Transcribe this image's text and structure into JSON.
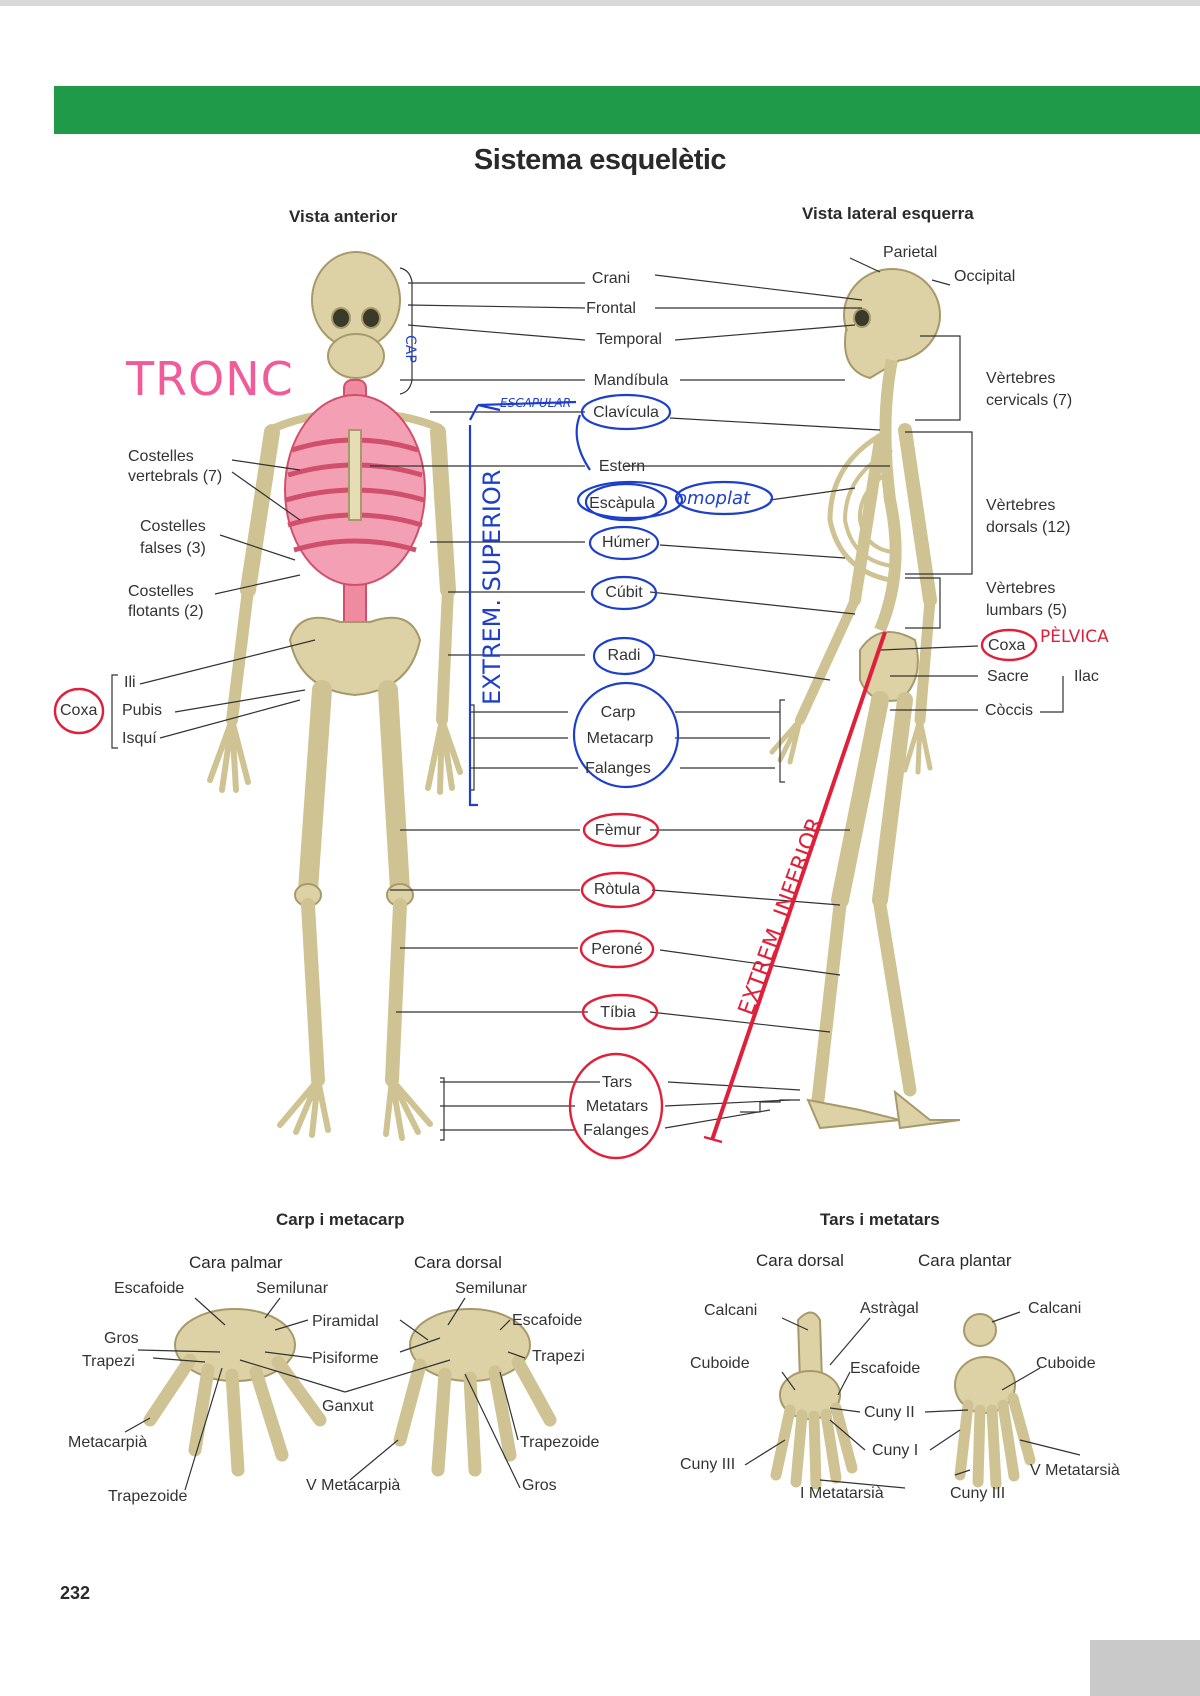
{
  "title": "Sistema esquelètic",
  "views": {
    "anterior": "Vista anterior",
    "lateral": "Vista lateral esquerra"
  },
  "center_labels": {
    "crani": "Crani",
    "frontal": "Frontal",
    "temporal": "Temporal",
    "mandibula": "Mandíbula",
    "clavicula": "Clavícula",
    "estern": "Estern",
    "escapula": "Escàpula",
    "humer": "Húmer",
    "cubit": "Cúbit",
    "radi": "Radi",
    "carp": "Carp",
    "metacarp": "Metacarp",
    "falanges_ma": "Falanges",
    "femur": "Fèmur",
    "rotula": "Ròtula",
    "perone": "Peroné",
    "tibia": "Tíbia",
    "tars": "Tars",
    "metatars": "Metatars",
    "falanges_peu": "Falanges"
  },
  "left_labels": {
    "costelles_vertebrals": [
      "Costelles",
      "vertebrals (7)"
    ],
    "costelles_falses": [
      "Costelles",
      "falses (3)"
    ],
    "costelles_flotants": [
      "Costelles",
      "flotants (2)"
    ],
    "ili": "Ili",
    "pubis": "Pubis",
    "isqui": "Isquí",
    "coxa": "Coxa"
  },
  "right_labels": {
    "parietal": "Parietal",
    "occipital": "Occipital",
    "vertebres_cervicals": [
      "Vèrtebres",
      "cervicals (7)"
    ],
    "vertebres_dorsals": [
      "Vèrtebres",
      "dorsals (12)"
    ],
    "vertebres_lumbars": [
      "Vèrtebres",
      "lumbars (5)"
    ],
    "coxa": "Coxa",
    "sacre": "Sacre",
    "coccis": "Còccis",
    "ilac": "Ilac"
  },
  "annotations": {
    "tronc": "TRONC",
    "cap": "CAP",
    "escapular": "ESCAPULAR",
    "omoplat": "omoplat",
    "extrem_superior": "EXTREM. SUPERIOR",
    "pelvica": "PÈLVICA",
    "extrem_inferior": "EXTREM. INFERIOR"
  },
  "hand_section": {
    "title": "Carp i metacarp",
    "palmar": "Cara palmar",
    "dorsal": "Cara dorsal",
    "labels": {
      "escafoide_l": "Escafoide",
      "semilunar_l": "Semilunar",
      "piramidal": "Piramidal",
      "semilunar_r": "Semilunar",
      "escafoide_r": "Escafoide",
      "gros_l": "Gros",
      "trapezi_l": "Trapezi",
      "pisiforme": "Pisiforme",
      "trapezi_r": "Trapezi",
      "ganxut": "Ganxut",
      "metacarpia": "Metacarpià",
      "trapezoide_r": "Trapezoide",
      "trapezoide_l": "Trapezoide",
      "v_metacarpia": "V Metacarpià",
      "gros_r": "Gros"
    }
  },
  "foot_section": {
    "title": "Tars i metatars",
    "dorsal": "Cara dorsal",
    "plantar": "Cara plantar",
    "labels": {
      "calcani_l": "Calcani",
      "astragal": "Astràgal",
      "calcani_r": "Calcani",
      "cuboide_l": "Cuboide",
      "escafoide": "Escafoide",
      "cuboide_r": "Cuboide",
      "cuny_ii": "Cuny II",
      "cuny_i": "Cuny I",
      "cuny_iii_l": "Cuny III",
      "v_metatarsia": "V Metatarsià",
      "i_metatarsia": "I Metatarsià",
      "cuny_iii_r": "Cuny III"
    }
  },
  "page_number": "232",
  "colors": {
    "green_band": "#1f9a48",
    "blue_ink": "#1d3fc9",
    "red_ink": "#e0203a",
    "pink_ink": "#f25b9a",
    "bone": "#ddd2a6",
    "bone_shadow": "#a8996a"
  }
}
